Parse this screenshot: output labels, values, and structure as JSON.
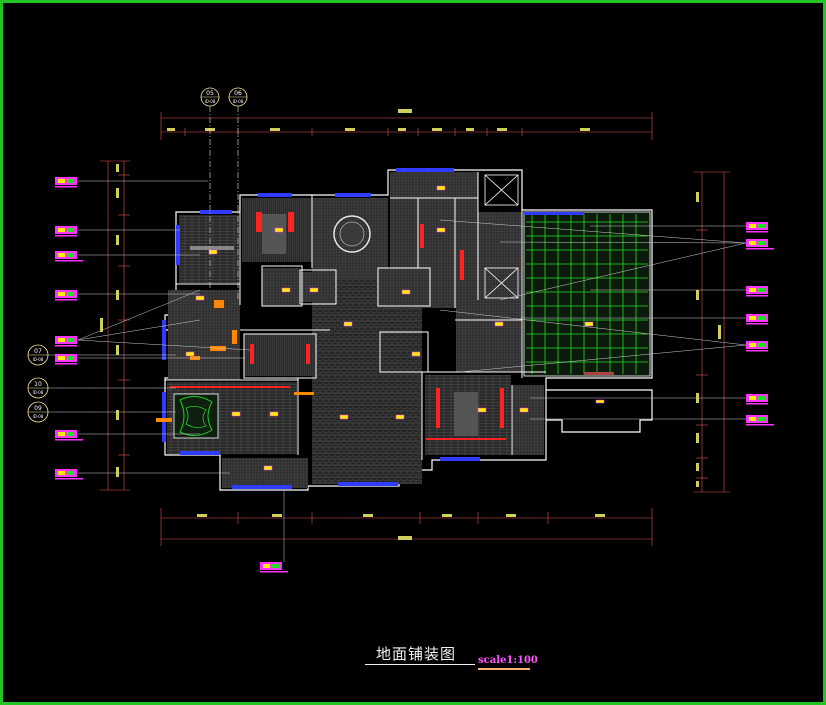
{
  "drawing": {
    "title": "地面铺装图",
    "scale": "scale1:100"
  },
  "bubbles": [
    {
      "id": "05",
      "sub": "ID-08"
    },
    {
      "id": "06",
      "sub": "ID-08"
    },
    {
      "id": "07",
      "sub": "ID-08"
    },
    {
      "id": "10",
      "sub": "ID-08"
    },
    {
      "id": "09",
      "sub": "ID-08"
    }
  ],
  "colors": {
    "frame": "#22c322",
    "wall": "#ffffff",
    "window": "#2f3bff",
    "tile_grid": "#22dd22",
    "tag": "#ff33ff",
    "tag_fill": "#ffee00",
    "door": "#ff8800",
    "accent_red": "#ff2222"
  }
}
